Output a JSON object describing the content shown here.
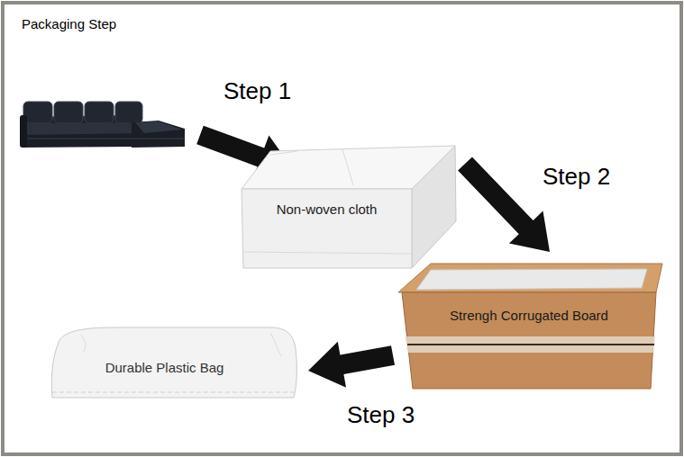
{
  "diagram": {
    "title": "Packaging Step",
    "nodes": [
      {
        "text": [
          "Non-woven cloth"
        ]
      },
      {
        "text": [
          "Strengh Corrugated Board"
        ]
      },
      {
        "text": [
          "Durable Plastic Bag"
        ]
      }
    ],
    "edges": [
      {
        "from": 0,
        "to": 1,
        "arrow": "to",
        "label": "Step 2"
      },
      {
        "from": 1,
        "to": 2,
        "arrow": "to",
        "label": "Step 3"
      }
    ],
    "labels": [
      "Step 1"
    ]
  }
}
